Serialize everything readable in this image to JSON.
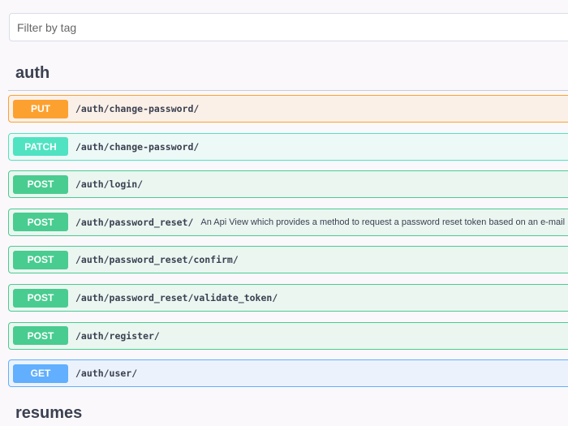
{
  "filter": {
    "placeholder": "Filter by tag"
  },
  "tags": [
    {
      "name": "auth"
    },
    {
      "name": "resumes"
    }
  ],
  "colors": {
    "put": "#fca130",
    "patch": "#50e3c2",
    "post": "#49cc90",
    "get": "#61affe"
  },
  "operations": [
    {
      "method": "PUT",
      "path": "/auth/change-password/",
      "description": ""
    },
    {
      "method": "PATCH",
      "path": "/auth/change-password/",
      "description": ""
    },
    {
      "method": "POST",
      "path": "/auth/login/",
      "description": ""
    },
    {
      "method": "POST",
      "path": "/auth/password_reset/",
      "description": "An Api View which provides a method to request a password reset token based on an e-mail"
    },
    {
      "method": "POST",
      "path": "/auth/password_reset/confirm/",
      "description": ""
    },
    {
      "method": "POST",
      "path": "/auth/password_reset/validate_token/",
      "description": ""
    },
    {
      "method": "POST",
      "path": "/auth/register/",
      "description": ""
    },
    {
      "method": "GET",
      "path": "/auth/user/",
      "description": ""
    }
  ]
}
